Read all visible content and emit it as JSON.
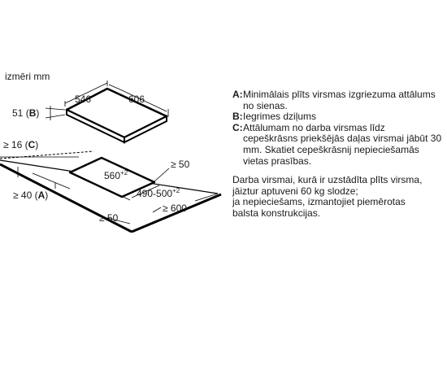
{
  "diagram": {
    "units_label": "izmēri mm",
    "hob_width": "546",
    "hob_depth": "606",
    "hob_height": "51",
    "hob_height_key": "B",
    "wall_gap": "≥ 16",
    "wall_gap_key": "C",
    "front_gap": "≥ 40",
    "front_gap_key": "A",
    "bottom_margin": "≥ 50",
    "right_margin": "≥ 50",
    "worktop_depth": "≥ 600",
    "cutout_width": "560",
    "cutout_width_tol": "+2",
    "cutout_depth": "490-500",
    "cutout_depth_tol": "+2"
  },
  "legend": {
    "items": [
      {
        "key": "A:",
        "text": "Minimālais plīts virsmas izgriezuma attālums no sienas."
      },
      {
        "key": "B:",
        "text": "Iegrimes dziļums"
      },
      {
        "key": "C:",
        "text": "Attālumam no darba virsmas līdz cepeškrāsns priekšējās daļas virsmai jābūt 30 mm. Skatiet cepeškrāsnij nepieciešamās vietas prasības."
      }
    ],
    "note_lines": [
      "Darba virsmai, kurā ir uzstādīta plīts virsma,",
      "jāiztur aptuveni 60 kg slodze;",
      "ja nepieciešams, izmantojiet piemērotas",
      "balsta konstrukcijas."
    ]
  }
}
